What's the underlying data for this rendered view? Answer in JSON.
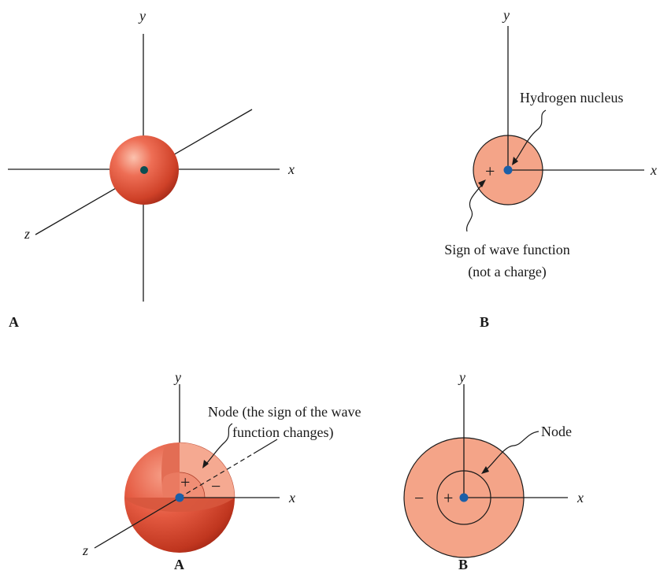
{
  "axis_labels": {
    "x": "x",
    "y": "y",
    "z": "z"
  },
  "top": {
    "panel_a": {
      "label": "A"
    },
    "panel_b": {
      "label": "B",
      "nucleus_caption": "Hydrogen nucleus",
      "sign_caption_line1": "Sign of wave function",
      "sign_caption_line2": "(not a charge)",
      "sign": "+"
    }
  },
  "bottom": {
    "panel_a": {
      "label": "A",
      "node_caption_line1": "Node (the sign of the wave",
      "node_caption_line2": "function changes)",
      "inner_sign": "+",
      "outer_sign": "−"
    },
    "panel_b": {
      "label": "B",
      "node_caption": "Node",
      "inner_sign": "+",
      "outer_sign": "−"
    }
  },
  "colors": {
    "orbital_fill": "#f4a488",
    "sphere_light": "#f6a38a",
    "sphere_dark": "#b3301d",
    "nucleus_blue": "#1b5fa8",
    "nucleus_teal": "#0d4e52"
  }
}
